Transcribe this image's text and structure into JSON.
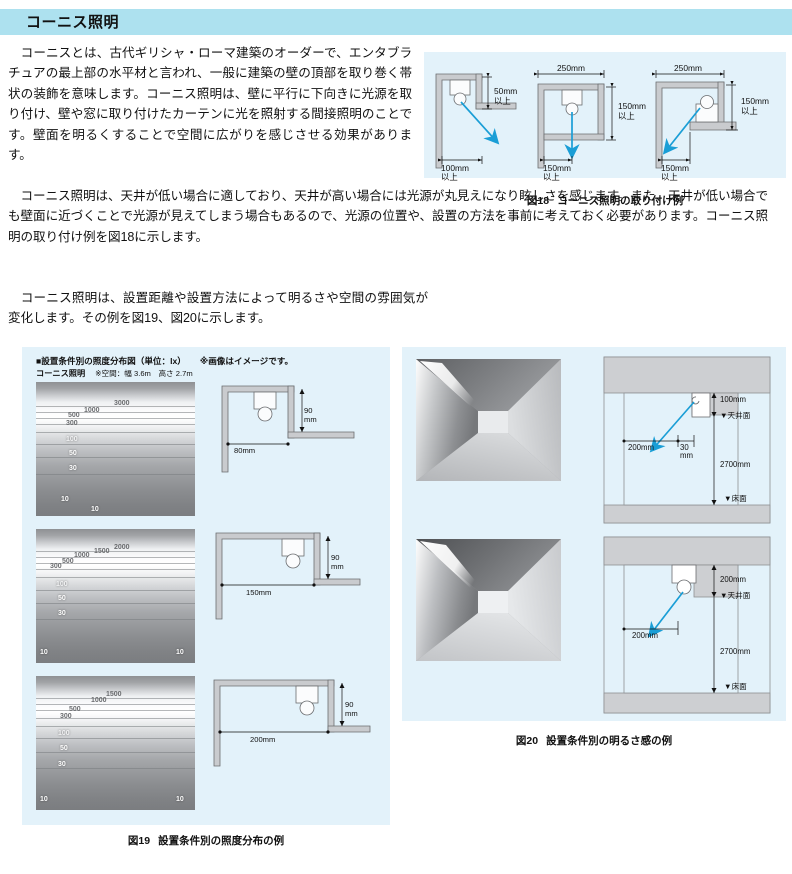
{
  "header": {
    "title": "コーニス照明",
    "bar_color": "#ade1ef"
  },
  "body": {
    "p1": "　コーニスとは、古代ギリシャ・ローマ建築のオーダーで、エンタブラチュアの最上部の水平材と言われ、一般に建築の壁の頂部を取り巻く帯状の装飾を意味します。コーニス照明は、壁に平行に下向きに光源を取り付け、壁や窓に取り付けたカーテンに光を照射する間接照明のことです。壁面を明るくすることで空間に広がりを感じさせる効果があります。",
    "p2": "　コーニス照明は、天井が低い場合に適しており、天井が高い場合には光源が丸見えになり眩しさを感じます。また、天井が低い場合でも壁面に近づくことで光源が見えてしまう場合もあるので、光源の位置や、設置の方法を事前に考えておく必要があります。コーニス照明の取り付け例を図18に示します。",
    "p3": "　コーニス照明は、設置距離や設置方法によって明るさや空間の雰囲気が変化します。その例を図19、図20に示します。"
  },
  "fig18": {
    "caption_num": "図18",
    "caption_text": "コーニス照明の取り付け例",
    "bg": "#e3f2fa",
    "arrow_color": "#1a9ed6",
    "cases": [
      {
        "id": "case-a",
        "width_dim": "",
        "height_dim": "50mm",
        "height_suffix": "以上",
        "depth_dim": "100mm",
        "depth_suffix": "以上"
      },
      {
        "id": "case-b",
        "width_dim": "250mm",
        "height_dim": "150mm",
        "height_suffix": "以上",
        "depth_dim": "150mm",
        "depth_suffix": "以上"
      },
      {
        "id": "case-c",
        "width_dim": "250mm",
        "height_dim": "150mm",
        "height_suffix": "以上",
        "depth_dim": "150mm",
        "depth_suffix": "以上"
      }
    ]
  },
  "fig19": {
    "caption_num": "図19",
    "caption_text": "設置条件別の照度分布の例",
    "bg": "#e3f2fa",
    "head_title": "■設置条件別の照度分布図（単位：lx）",
    "head_note": "※画像はイメージです。",
    "head_type": "コーニス照明",
    "head_space": "※空間：幅 3.6m　高さ 2.7m",
    "panels": [
      {
        "id": "panel-1",
        "contours": [
          "3000",
          "1000",
          "500",
          "300",
          "100",
          "50",
          "30",
          "10",
          "10"
        ],
        "setback": "80mm",
        "drop": "90",
        "drop_unit": "mm"
      },
      {
        "id": "panel-2",
        "contours": [
          "2000",
          "1500",
          "1000",
          "500",
          "300",
          "100",
          "50",
          "30",
          "10",
          "10"
        ],
        "setback": "150mm",
        "drop": "90",
        "drop_unit": "mm"
      },
      {
        "id": "panel-3",
        "contours": [
          "1500",
          "1000",
          "500",
          "300",
          "100",
          "50",
          "30",
          "10",
          "10"
        ],
        "setback": "200mm",
        "drop": "90",
        "drop_unit": "mm"
      }
    ]
  },
  "fig20": {
    "caption_num": "図20",
    "caption_text": "設置条件別の明るさ感の例",
    "bg": "#e3f2fa",
    "arrow_color": "#1a9ed6",
    "cases": [
      {
        "id": "case-1",
        "cove_height": "100mm",
        "ceiling_label": "▼天井面",
        "setback": "200mm",
        "gap": "30",
        "gap_unit": "mm",
        "room_height": "2700mm",
        "floor_label": "▼床面"
      },
      {
        "id": "case-2",
        "cove_height": "200mm",
        "ceiling_label": "▼天井面",
        "setback": "200mm",
        "gap": "",
        "gap_unit": "",
        "room_height": "2700mm",
        "floor_label": "▼床面"
      }
    ]
  }
}
